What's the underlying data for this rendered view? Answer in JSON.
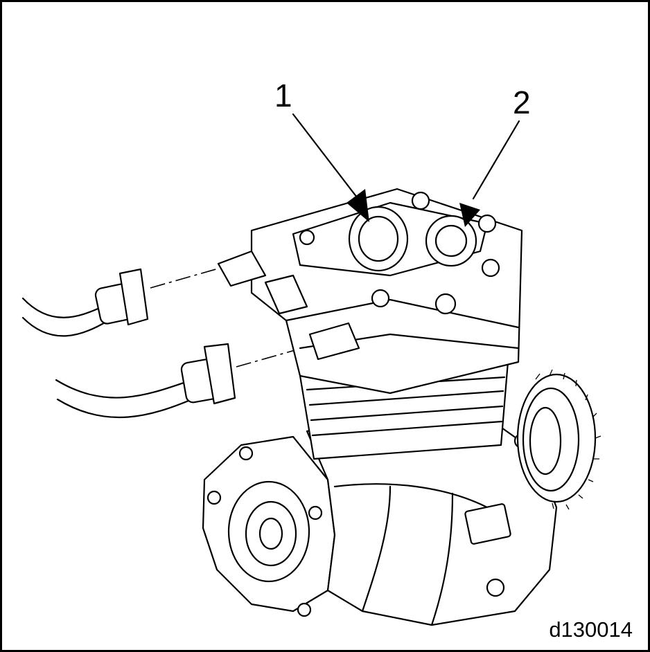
{
  "callouts": [
    {
      "label": "1"
    },
    {
      "label": "2"
    }
  ],
  "figure_id": "d130014",
  "icons": {
    "main_drawing": "air-compressor-line-drawing",
    "brand_emblem": "bendix-logo"
  },
  "colors": {
    "line": "#000000",
    "background": "#ffffff"
  }
}
